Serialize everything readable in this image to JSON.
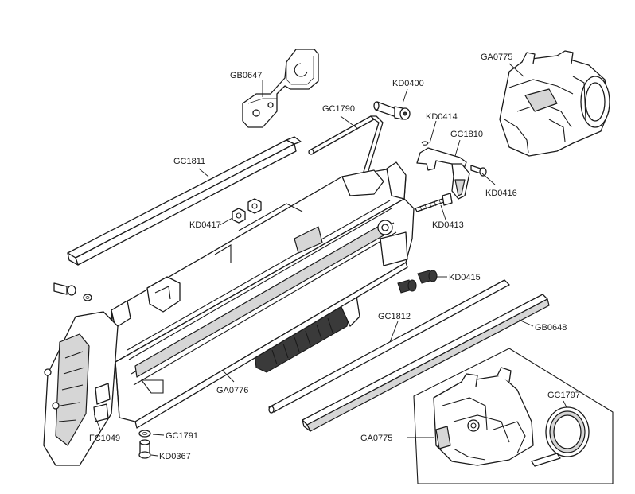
{
  "labels": {
    "gb0647": "GB0647",
    "kd0400": "KD0400",
    "gc1790": "GC1790",
    "kd0414": "KD0414",
    "gc1810": "GC1810",
    "ga0775_top": "GA0775",
    "gc1811": "GC1811",
    "kd0416": "KD0416",
    "kd0417": "KD0417",
    "kd0413": "KD0413",
    "kd0415": "KD0415",
    "gc1812": "GC1812",
    "gb0648": "GB0648",
    "ga0776": "GA0776",
    "gc1797": "GC1797",
    "fc1049": "FC1049",
    "gc1791": "GC1791",
    "ga0775_bottom": "GA0775",
    "kd0367": "KD0367"
  }
}
